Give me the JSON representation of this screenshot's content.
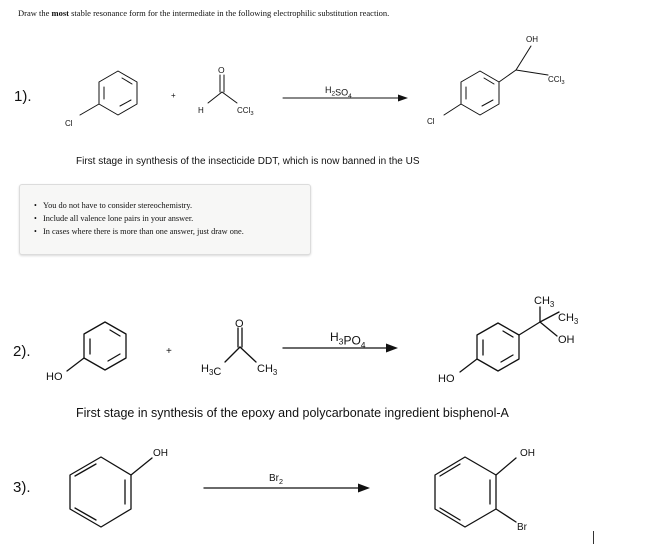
{
  "instruction": {
    "pre": "Draw the ",
    "bold": "most",
    "post": " stable resonance form for the intermediate in the following electrophilic substitution reaction."
  },
  "notes": [
    "You do not have to consider stereochemistry.",
    "Include all valence lone pairs in your answer.",
    "In cases where there is more than one answer, just draw one."
  ],
  "problems": [
    {
      "number": "1).",
      "plus": "+",
      "reagent": "H2SO4",
      "reactant_labels": [
        "Cl",
        "O",
        "H",
        "CCl3"
      ],
      "product_labels": [
        "OH",
        "CCl3",
        "Cl"
      ],
      "caption": "First stage in synthesis of the insecticide DDT, which is now banned in the US"
    },
    {
      "number": "2).",
      "plus": "+",
      "reagent": "H3PO4",
      "reactant_labels": [
        "HO",
        "O",
        "H3C",
        "CH3"
      ],
      "product_labels": [
        "CH3",
        "CH3",
        "OH",
        "HO"
      ],
      "caption": "First stage in synthesis of the epoxy and polycarbonate ingredient bisphenol-A"
    },
    {
      "number": "3).",
      "reagent": "Br2",
      "reactant_labels": [
        "OH"
      ],
      "product_labels": [
        "OH",
        "Br"
      ]
    }
  ]
}
